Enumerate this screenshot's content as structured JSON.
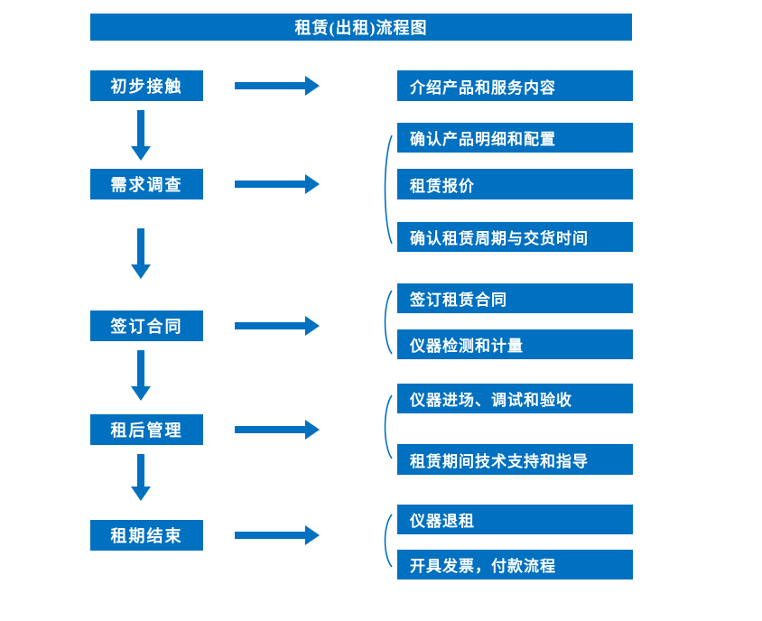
{
  "title": "租赁(出租)流程图",
  "colors": {
    "primary": "#0070C0",
    "text": "#FFFFFF",
    "background": "#FFFFFF"
  },
  "rows": [
    {
      "left": "初步接触",
      "right": [
        "介绍产品和服务内容"
      ]
    },
    {
      "left": "需求调查",
      "right": [
        "确认产品明细和配置",
        "租赁报价",
        "确认租赁周期与交货时间"
      ]
    },
    {
      "left": "签订合同",
      "right": [
        "签订租赁合同",
        "仪器检测和计量"
      ]
    },
    {
      "left": "租后管理",
      "right": [
        "仪器进场、调试和验收",
        "租赁期间技术支持和指导"
      ]
    },
    {
      "left": "租期结束",
      "right": [
        "仪器退租",
        "开具发票，付款流程"
      ]
    }
  ]
}
